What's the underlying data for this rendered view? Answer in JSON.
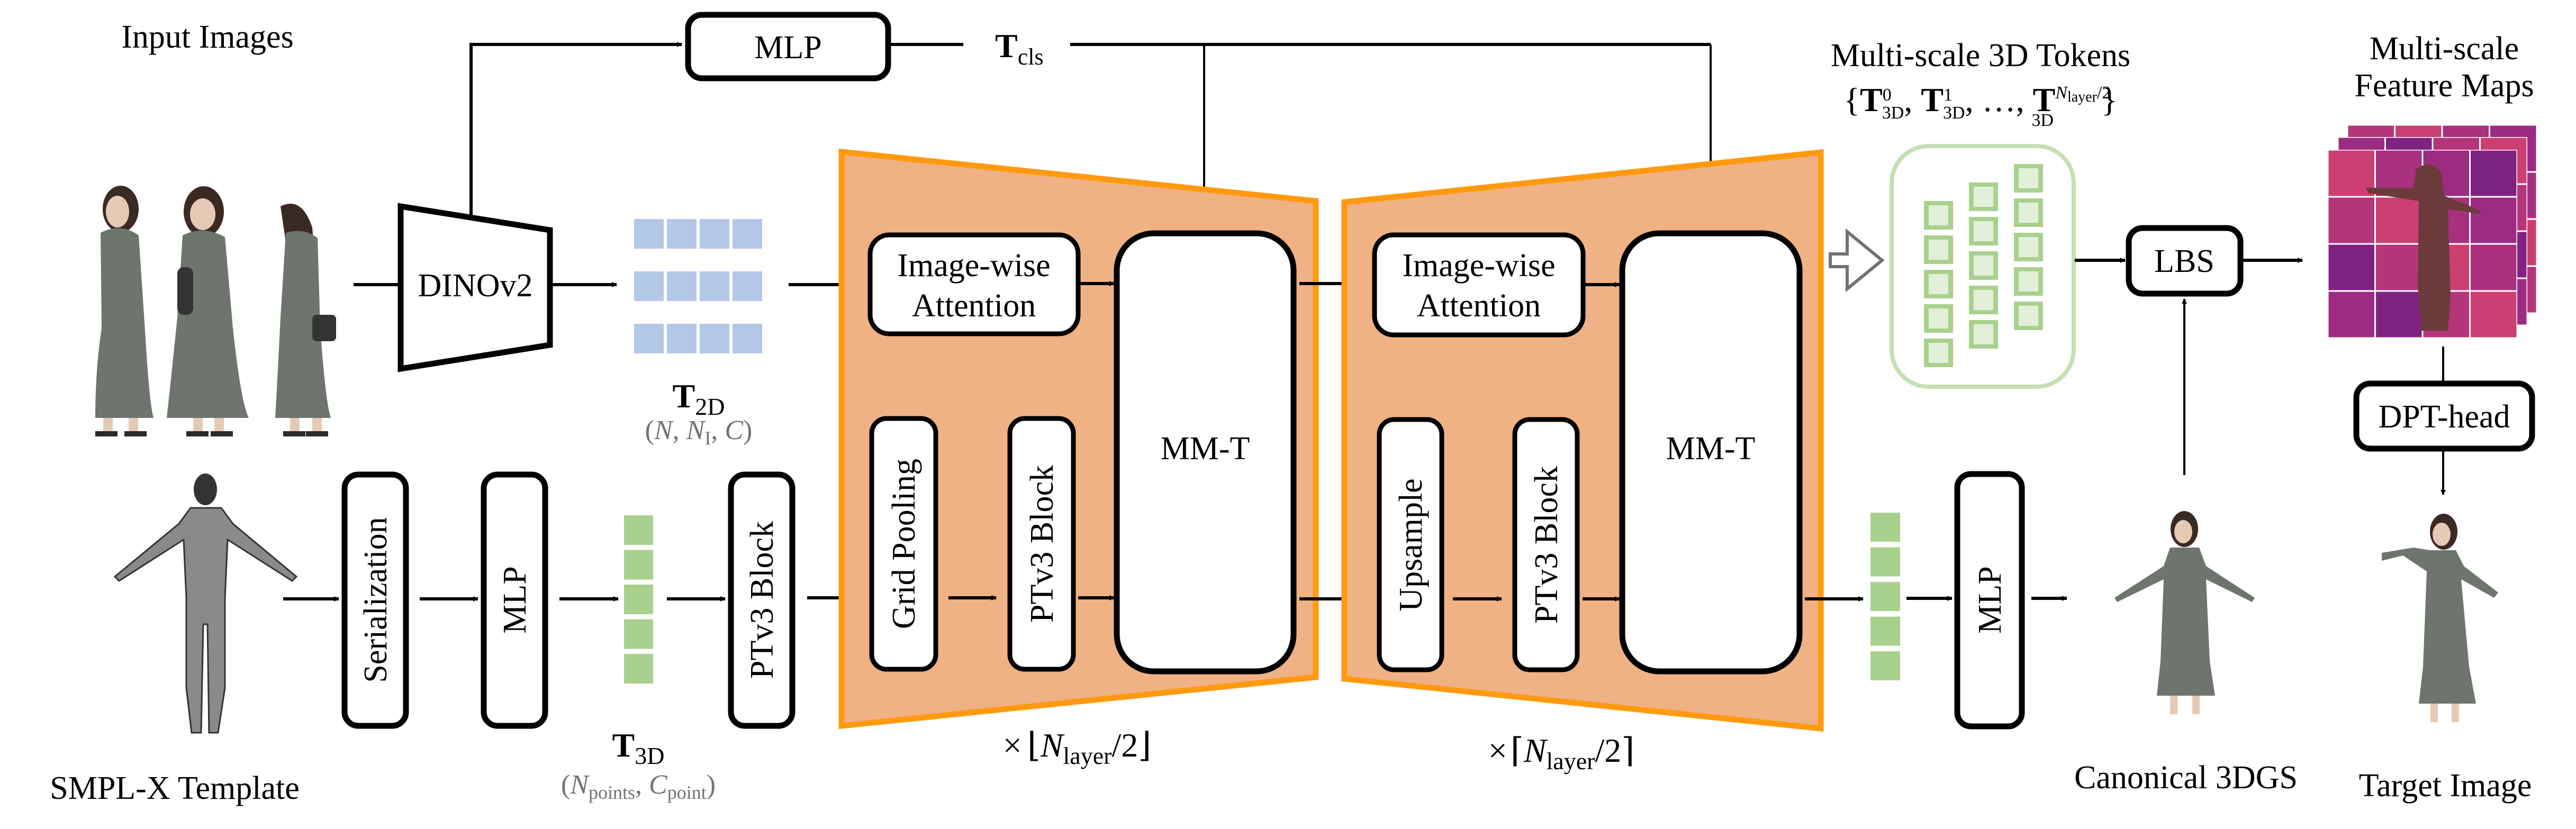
{
  "figure": {
    "labels": {
      "input_images": "Input Images",
      "smplx_template": "SMPL-X Template",
      "multiscale_tokens_title": "Multi-scale 3D Tokens",
      "multiscale_feature_maps_line1": "Multi-scale",
      "multiscale_feature_maps_line2": "Feature Maps",
      "canonical_3dgs": "Canonical 3DGS",
      "target_image": "Target Image"
    },
    "blocks": {
      "mlp_top": "MLP",
      "dinov2": "DINOv2",
      "serialization": "Serialization",
      "mlp_bottom": "MLP",
      "ptv3_block_pre": "PTv3 Block",
      "encoder": {
        "image_wise_attention_line1": "Image-wise",
        "image_wise_attention_line2": "Attention",
        "grid_pooling": "Grid Pooling",
        "ptv3_block": "PTv3 Block",
        "mmt": "MM-T"
      },
      "decoder": {
        "image_wise_attention_line1": "Image-wise",
        "image_wise_attention_line2": "Attention",
        "upsample": "Upsample",
        "ptv3_block": "PTv3 Block",
        "mmt": "MM-T"
      },
      "mlp_out": "MLP",
      "lbs": "LBS",
      "dpt_head": "DPT-head"
    },
    "symbols": {
      "t_cls": {
        "base": "T",
        "sub": "cls"
      },
      "t_2d": {
        "base": "T",
        "sub": "2D",
        "shape": {
          "open": "(",
          "a": "N",
          "sep1": ", ",
          "b": "N",
          "b_sub": "I",
          "sep2": ", ",
          "c": "C",
          "close": ")"
        }
      },
      "t_3d": {
        "base": "T",
        "sub": "3D",
        "shape": {
          "open": "(",
          "a": "N",
          "a_sub": "points",
          "sep": ", ",
          "b": "C",
          "b_sub": "point",
          "close": ")"
        }
      },
      "token_set": {
        "open": "{",
        "t": "T",
        "sub": "3D",
        "sup0": "0",
        "sup1": "1",
        "supn": "N",
        "supn_sub": "layer",
        "supn_tail": "/2",
        "sep": ", ",
        "ellipsis": "…",
        "close": "}"
      },
      "repeat_encoder": {
        "times": "×",
        "open": "⌊",
        "n": "N",
        "n_sub": "layer",
        "tail": "/2",
        "close": "⌋"
      },
      "repeat_decoder": {
        "times": "×",
        "open": "⌈",
        "n": "N",
        "n_sub": "layer",
        "tail": "/2",
        "close": "⌉"
      }
    },
    "token_counts": {
      "t2d_rows": 3,
      "t2d_cols": 4,
      "t3d_tokens": 5,
      "out_tokens": 5,
      "multiscale_columns": [
        5,
        5,
        5
      ]
    },
    "colors": {
      "block_fill": "#F0B184",
      "block_border": "#FF9A10",
      "token_2d": "#B4C7E7",
      "token_3d": "#A9D18E",
      "token_3d_light": "#E2F0D9",
      "token_group_border": "#C5E0B4",
      "dim_text": "#767171",
      "hollow_arrow": "#767171",
      "feature_map_palette": [
        "#B5357A",
        "#9B2C82",
        "#CB3F72",
        "#7F2383",
        "#A8307E"
      ]
    }
  }
}
